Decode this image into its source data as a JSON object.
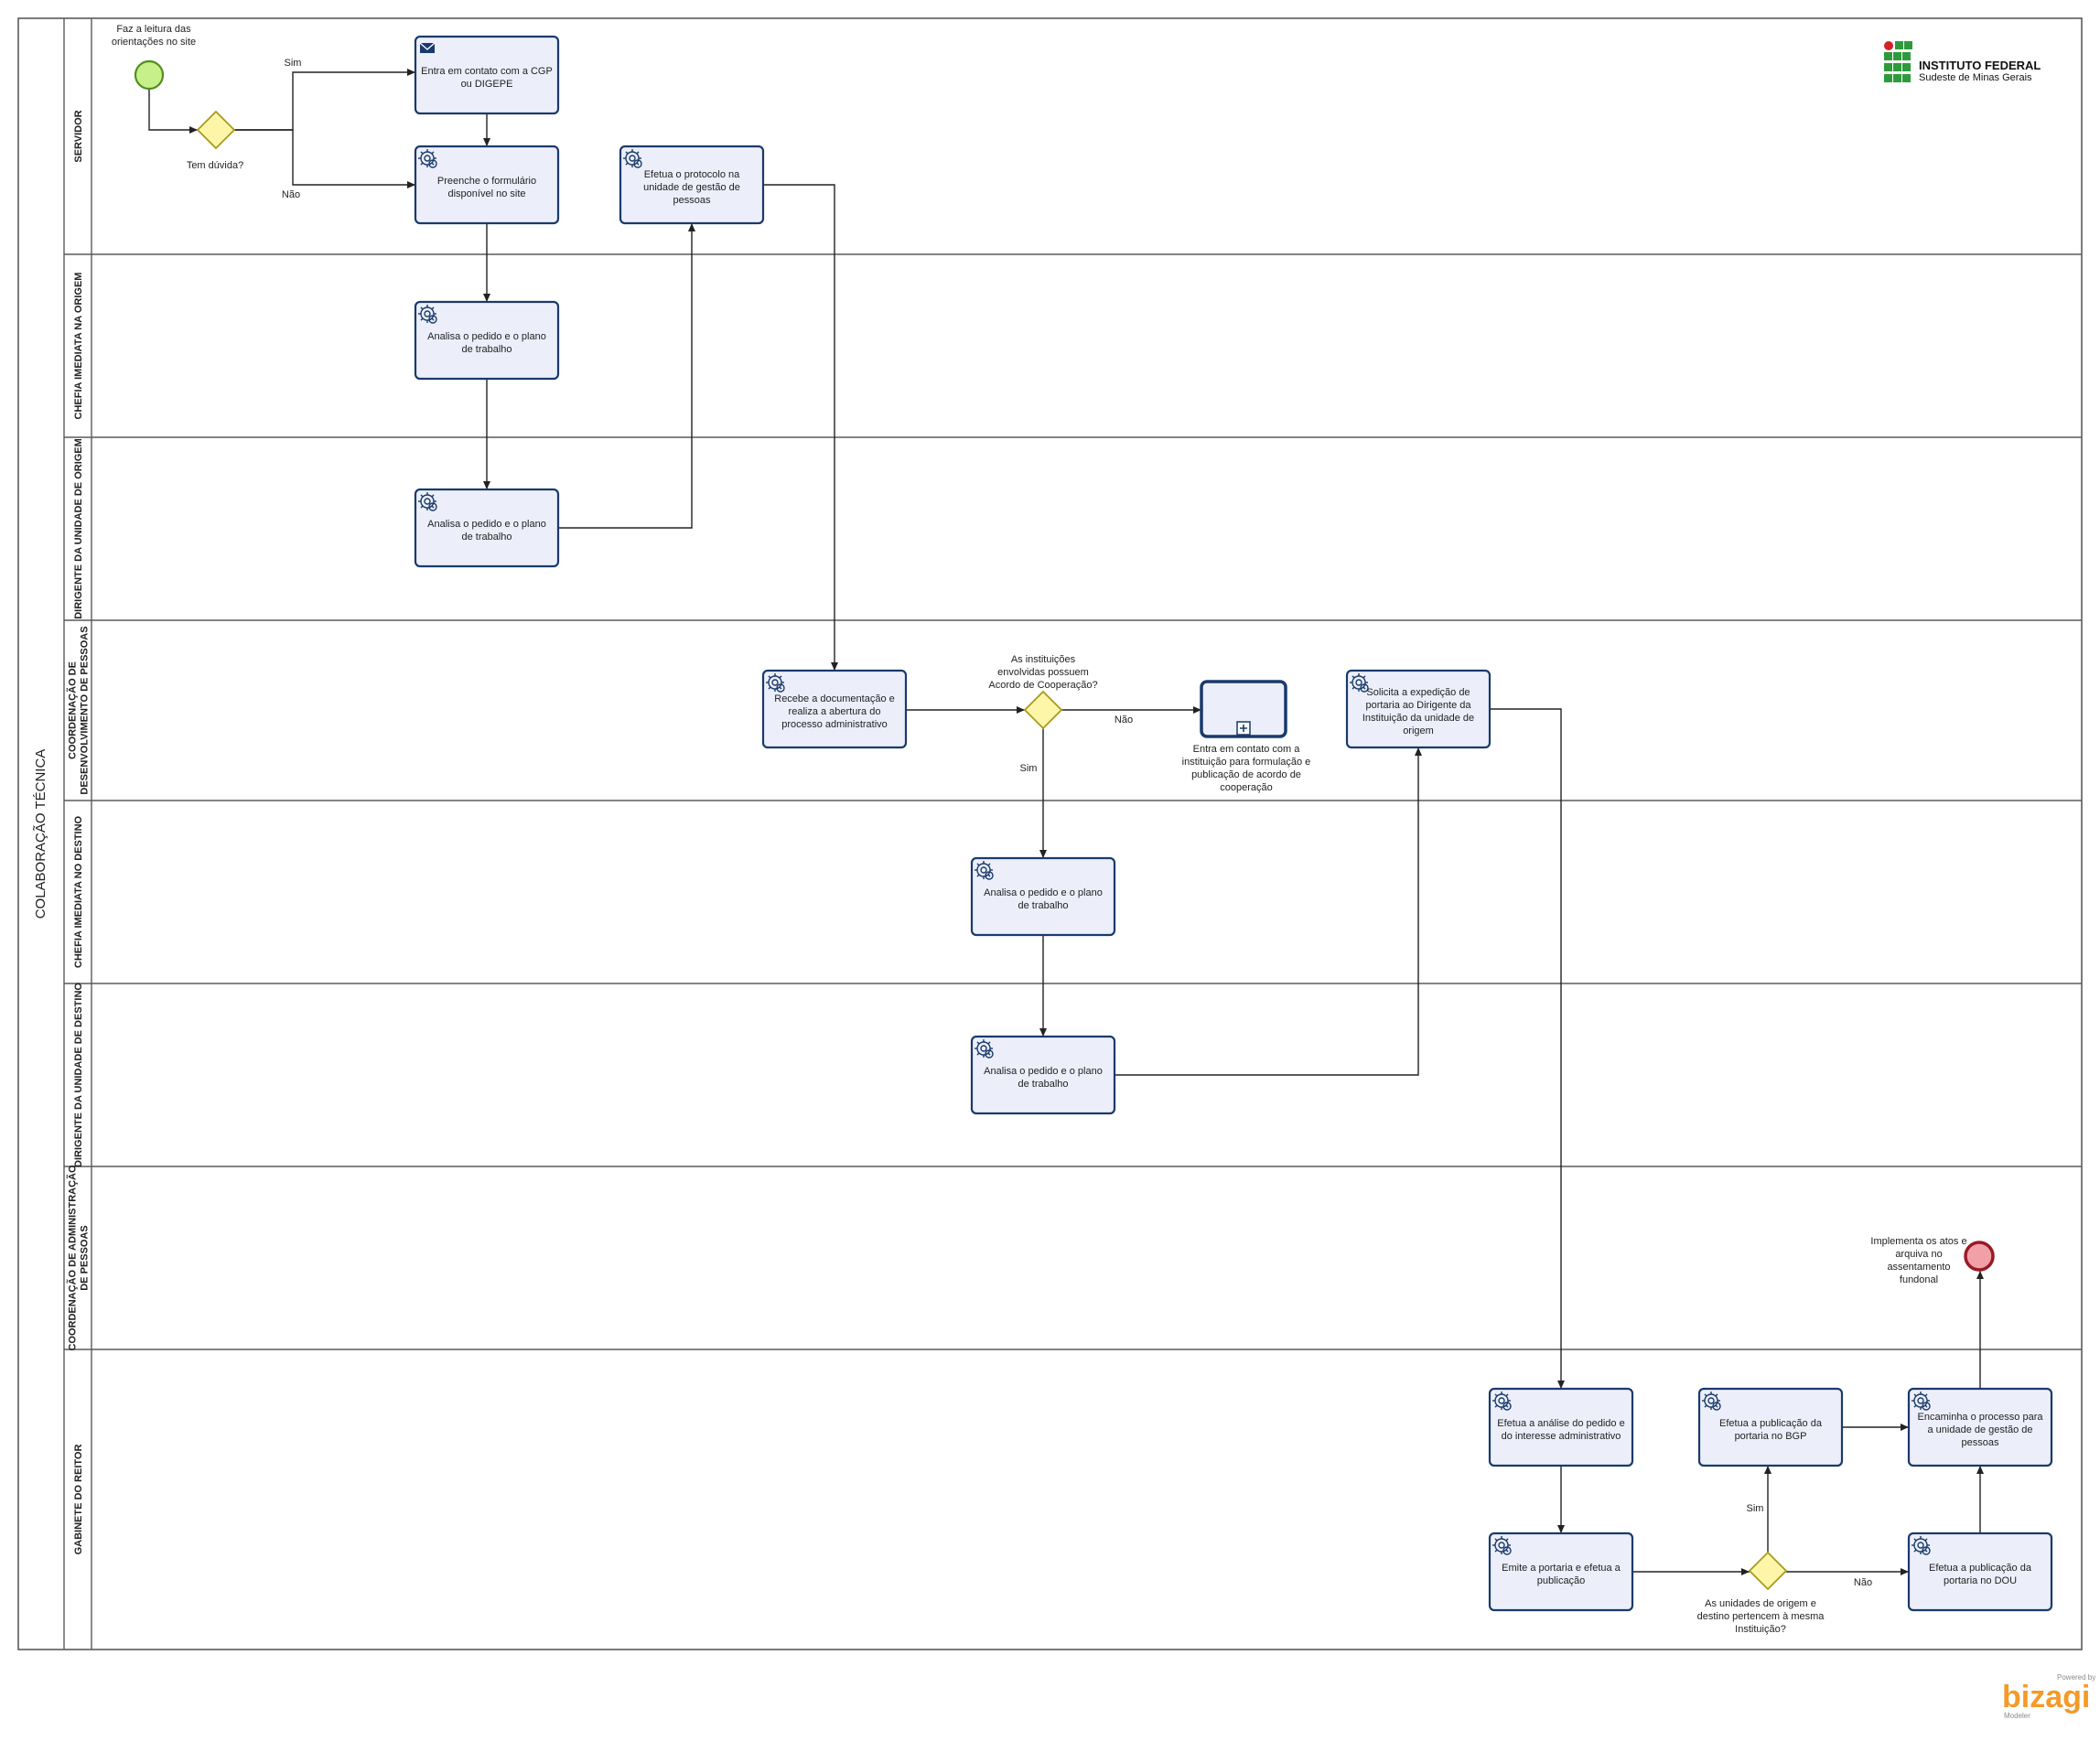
{
  "pool": {
    "title": "COLABORAÇÃO TÉCNICA"
  },
  "lanes": [
    [
      "SERVIDOR"
    ],
    [
      "CHEFIA IMEDIATA NA ORIGEM"
    ],
    [
      "DIRIGENTE DA UNIDADE DE ORIGEM"
    ],
    [
      "COORDENAÇÃO DE",
      "DESENVOLVIMENTO DE PESSOAS"
    ],
    [
      "CHEFIA IMEDIATA NO DESTINO"
    ],
    [
      "DIRIGENTE DA UNIDADE DE DESTINO"
    ],
    [
      "COORDENAÇÃO DE ADMINISTRAÇÃO",
      "DE PESSOAS"
    ],
    [
      "GABINETE DO REITOR"
    ]
  ],
  "events": {
    "start_label": [
      "Faz a leitura das",
      "orientações no site"
    ],
    "end_label": [
      "Implementa os atos e",
      "arquiva no",
      "assentamento",
      "fundonal"
    ]
  },
  "tasks": {
    "contato_cgp": [
      "Entra em contato com a CGP",
      "ou DIGEPE"
    ],
    "preenche_form": [
      "Preenche o formulário",
      "disponível no site"
    ],
    "analisa_chefia_origem": [
      "Analisa o pedido e o plano",
      "de trabalho"
    ],
    "analisa_dirigente_origem": [
      "Analisa o pedido e o plano",
      "de trabalho"
    ],
    "efetua_protocolo": [
      "Efetua o protocolo na",
      "unidade de gestão de",
      "pessoas"
    ],
    "recebe_documentacao": [
      "Recebe a documentação e",
      "realiza a abertura do",
      "processo administrativo"
    ],
    "entra_contato_instituicao": [
      "Entra em contato com a",
      "instituição para formulação e",
      "publicação de acordo de",
      "cooperação"
    ],
    "solicita_expedicao": [
      "Solicita a expedição de",
      "portaria ao Dirigente da",
      "Instituição da unidade de",
      "origem"
    ],
    "analisa_chefia_destino": [
      "Analisa o pedido e o plano",
      "de trabalho"
    ],
    "analisa_dirigente_destino": [
      "Analisa o pedido e o plano",
      "de trabalho"
    ],
    "efetua_analise": [
      "Efetua a análise do pedido e",
      "do interesse administrativo"
    ],
    "emite_portaria": [
      "Emite a portaria e efetua a",
      "publicação"
    ],
    "publicacao_bgp": [
      "Efetua a publicação da",
      "portaria no BGP"
    ],
    "publicacao_dou": [
      "Efetua a publicação da",
      "portaria no DOU"
    ],
    "encaminha_processo": [
      "Encaminha o processo para",
      "a unidade de gestão de",
      "pessoas"
    ]
  },
  "gateways": {
    "duvida": [
      "Tem dúvida?"
    ],
    "acordo": [
      "As instituições",
      "envolvidas possuem",
      "Acordo de Cooperação?"
    ],
    "mesma_instituicao": [
      "As unidades de origem e",
      "destino pertencem à mesma",
      "Instituição?"
    ]
  },
  "flow_labels": {
    "sim_1": "Sim",
    "nao_1": "Não",
    "nao_2": "Não",
    "sim_2": "Sim",
    "sim_3": "Sim",
    "nao_3": "Não"
  },
  "logo": {
    "title": "INSTITUTO FEDERAL",
    "subtitle": "Sudeste de Minas Gerais"
  },
  "watermark": {
    "top": "Powered by",
    "brand": "bizagi",
    "bottom": "Modeler"
  },
  "colors": {
    "task_fill": "#eceffa",
    "task_border": "#1a3a6b",
    "gateway_fill": "#fdf6a8",
    "start_fill": "#c8f08a",
    "end_fill": "#f0a0a6",
    "logo_green": "#2f9a3c",
    "logo_red": "#d42027",
    "bizagi_orange": "#f39a2a"
  }
}
